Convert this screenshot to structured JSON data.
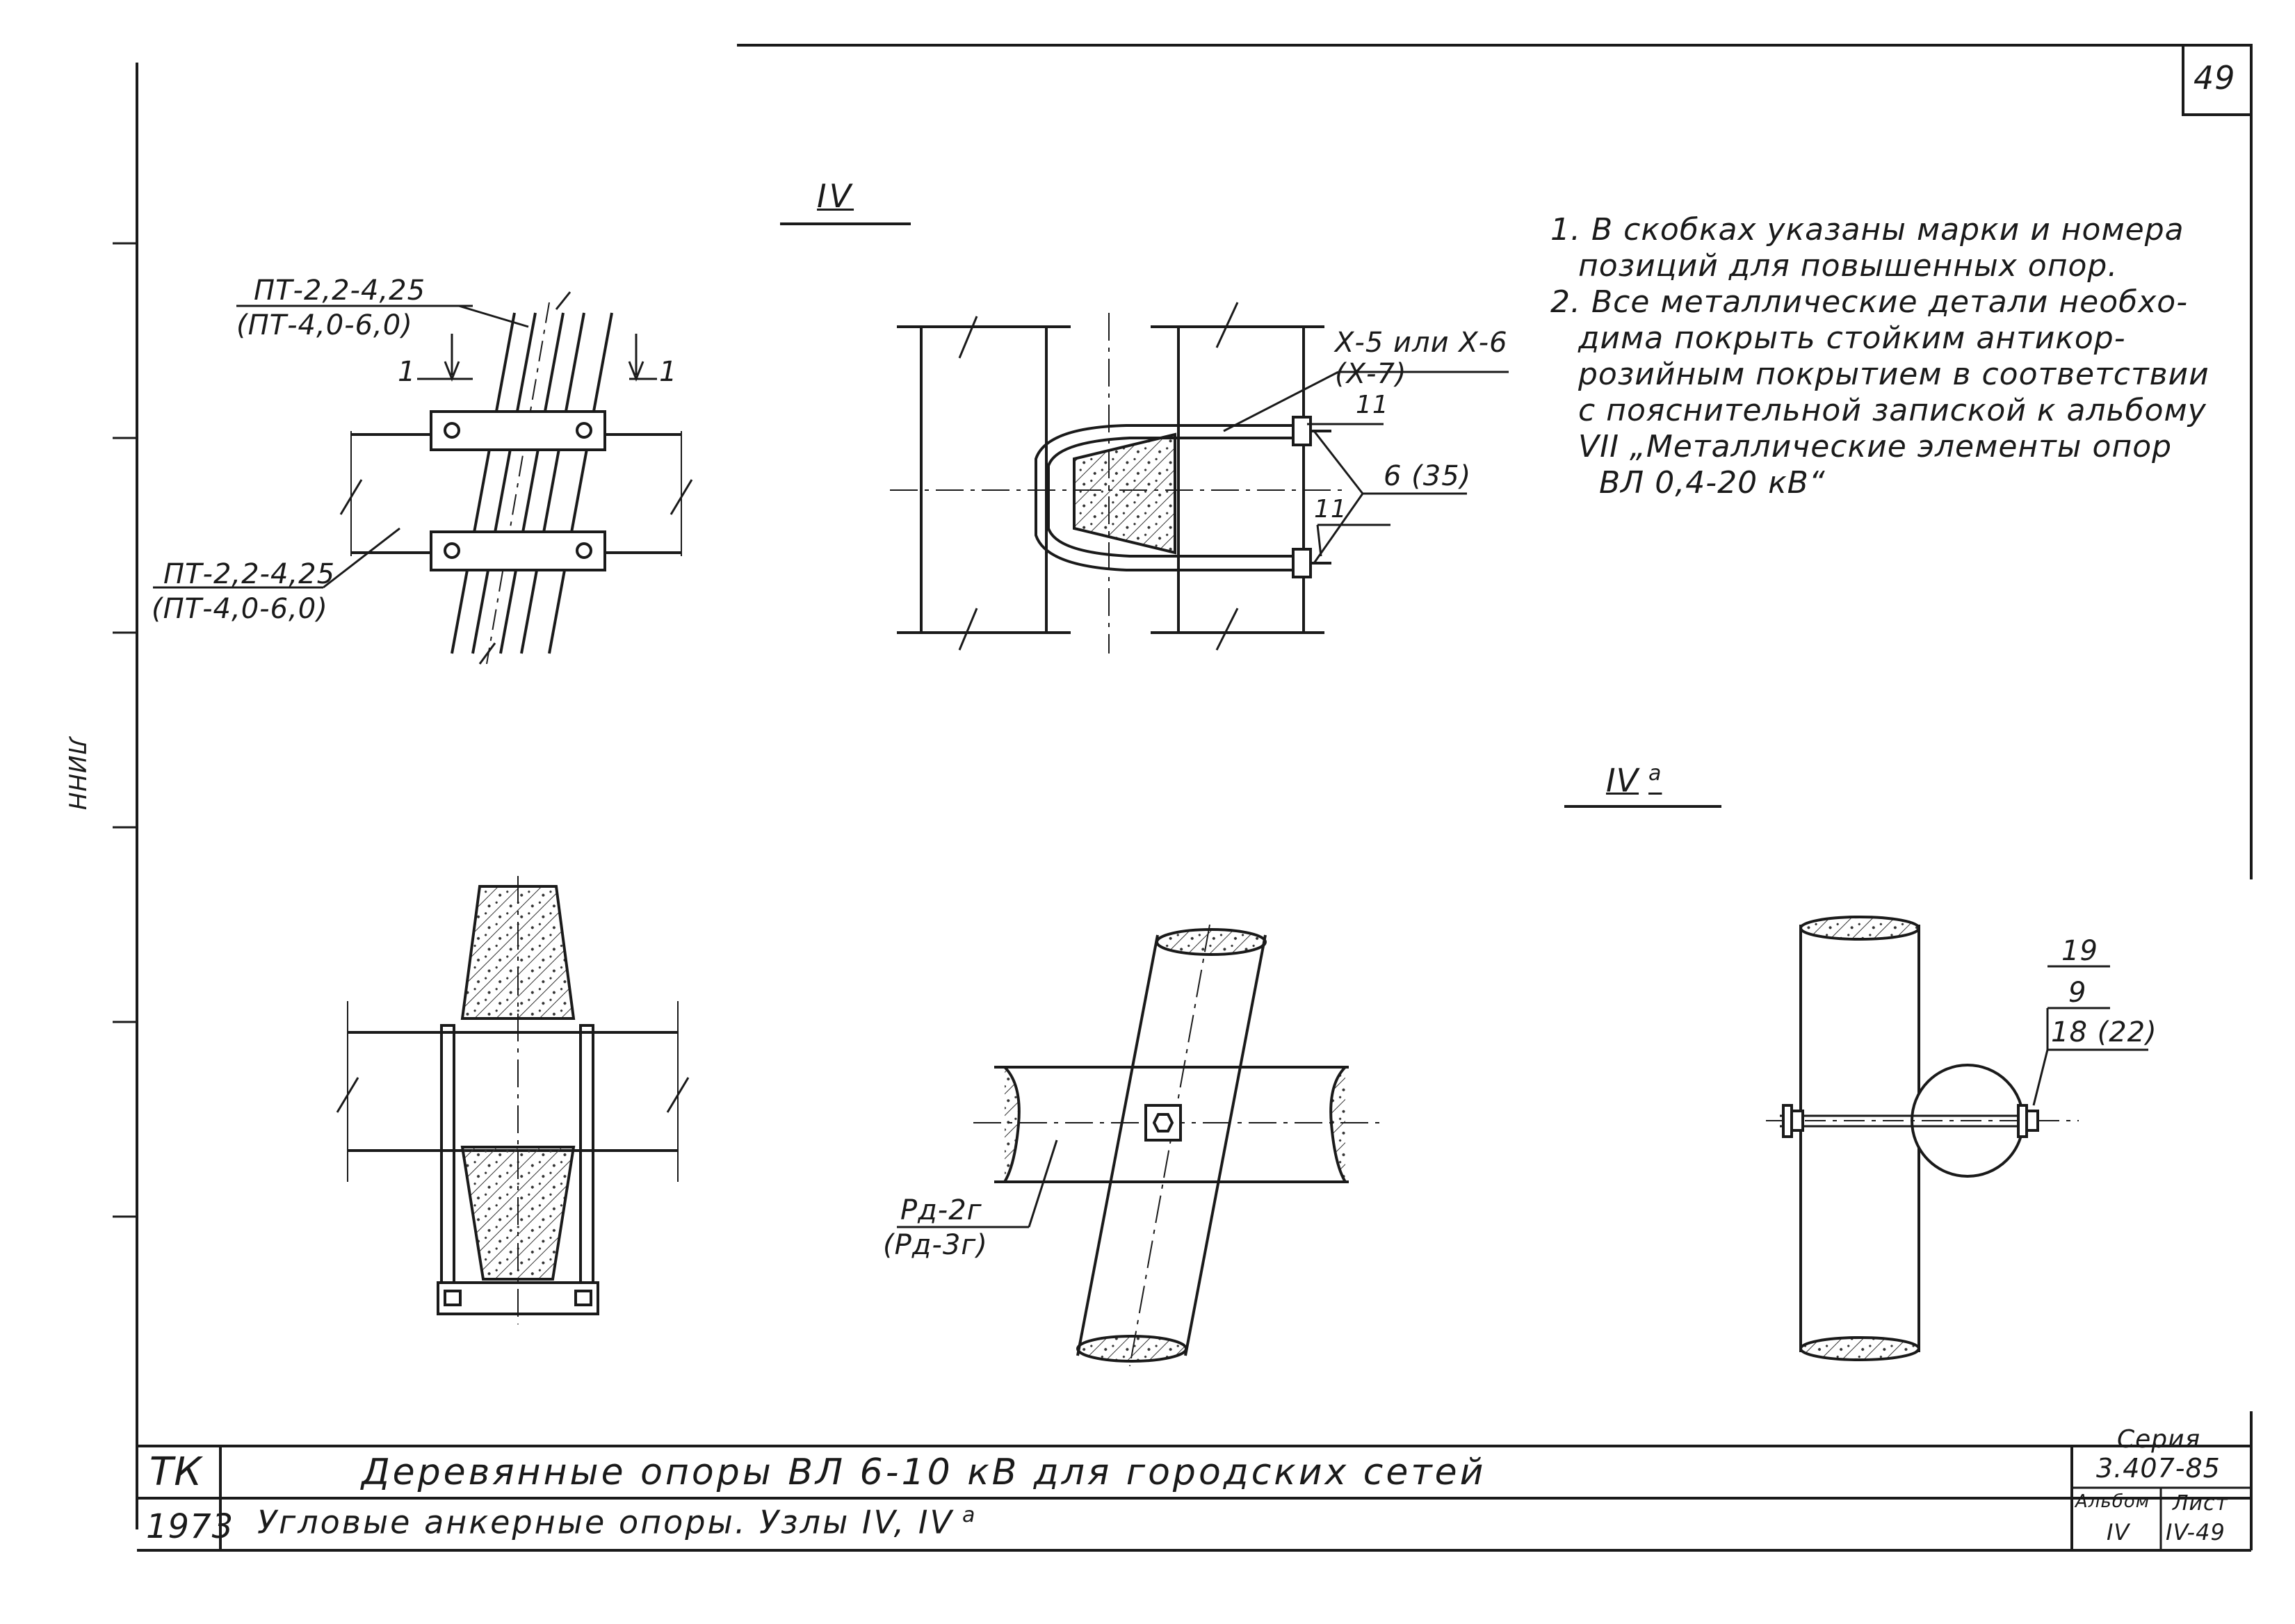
{
  "sheet_number": "49",
  "notes": [
    "1. В скобках указаны марки и номера",
    "позиций для повышенных опор.",
    "2. Все металлические детали необхо-",
    "дима покрыть стойким антикор-",
    "розийным покрытием в соответствии",
    "с пояснительной запиской к альбому",
    "VII „Металлические элементы опор",
    "ВЛ 0,4-20 кВ“"
  ],
  "views": {
    "node_main": "IV",
    "node_alt": "IV",
    "node_alt_sup": "a"
  },
  "labels": {
    "pt_top": "ПТ-2,2-4,25",
    "pt_top_alt": "(ПТ-4,0-6,0)",
    "pt_bottom": "ПТ-2,2-4,25",
    "pt_bottom_alt": "(ПТ-4,0-6,0)",
    "section_left": "1",
    "section_right": "1",
    "clamp": "Х-5 или Х-6",
    "clamp_alt": "(Х-7)",
    "pos_11_top": "11",
    "pos_11_bottom": "11",
    "pos_6": "6 (35)",
    "rd": "Рд-2г",
    "rd_alt": "(Рд-3г)",
    "pos_19": "19",
    "pos_9": "9",
    "pos_18": "18 (22)"
  },
  "title_block": {
    "org": "ТК",
    "year": "1973",
    "title": "Деревянные опоры ВЛ 6-10 кВ для городских сетей",
    "subtitle": "Угловые анкерные опоры. Узлы IV, IV",
    "subtitle_sup": "a",
    "series_label": "Серия",
    "series_value": "3.407-85",
    "album_label": "Альбом",
    "album_value": "IV",
    "sheet_label": "Лист",
    "sheet_value": "IV-49"
  },
  "side_text": "ЛИНН"
}
